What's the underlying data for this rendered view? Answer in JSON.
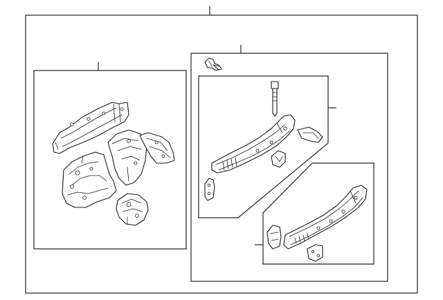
{
  "diagram": {
    "groups": [
      {
        "id": "main-assembly"
      },
      {
        "id": "front-rail-group"
      },
      {
        "id": "rail-subassembly"
      },
      {
        "id": "rear-rail-subassembly"
      }
    ]
  }
}
